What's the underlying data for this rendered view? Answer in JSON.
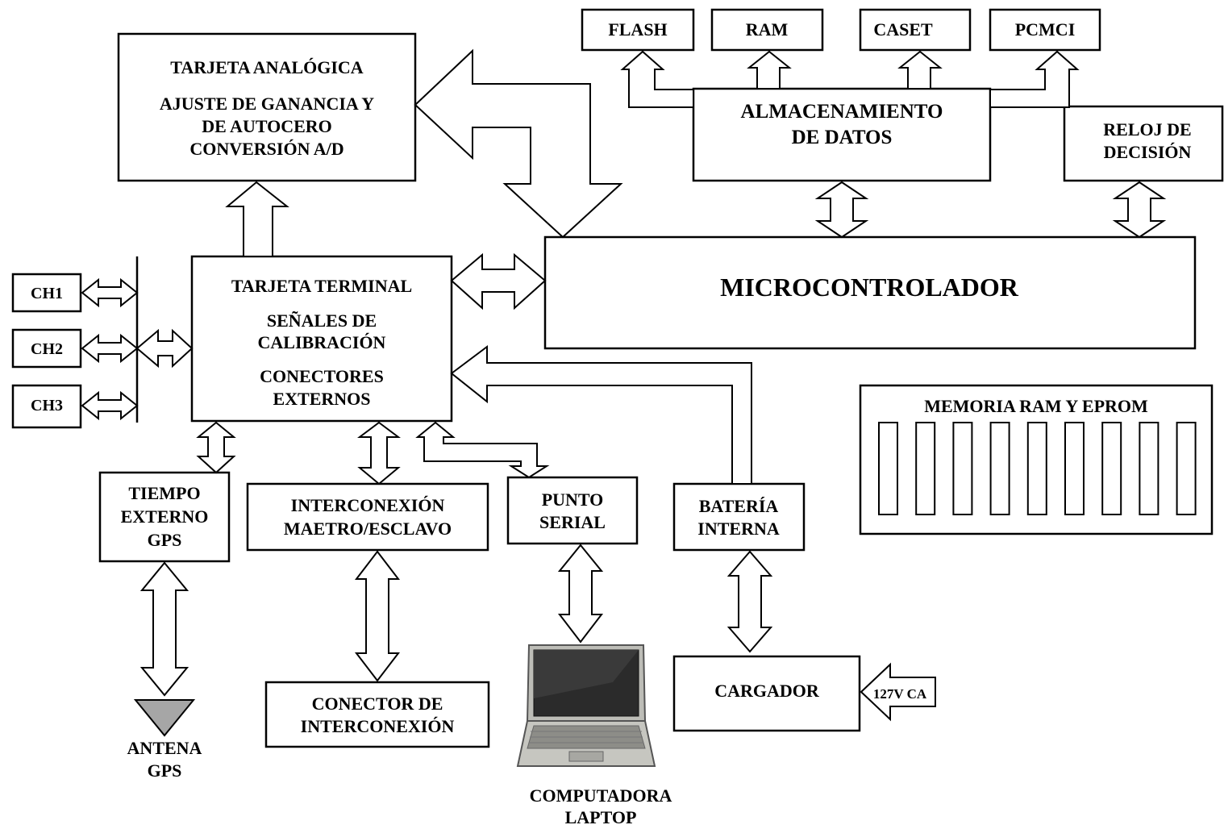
{
  "blocks": {
    "analog_card": {
      "title": "TARJETA ANALÓGICA",
      "line1": "AJUSTE DE GANANCIA  Y",
      "line2": "DE AUTOCERO",
      "line3": "CONVERSIÓN  A/D"
    },
    "flash": "FLASH",
    "ram": "RAM",
    "caset": "CASET",
    "pcmci": "PCMCI",
    "storage": {
      "line1": "ALMACENAMIENTO",
      "line2": "DE DATOS"
    },
    "clock": {
      "line1": "RELOJ DE",
      "line2": "DECISIÓN"
    },
    "microcontroller": "MICROCONTROLADOR",
    "terminal_card": {
      "title": "TARJETA TERMINAL",
      "line1": "SEÑALES DE",
      "line2": "CALIBRACIÓN",
      "line3": "CONECTORES",
      "line4": "EXTERNOS"
    },
    "ch1": "CH1",
    "ch2": "CH2",
    "ch3": "CH3",
    "memory": {
      "title": "MEMORIA RAM Y EPROM",
      "chip_count": 9
    },
    "gps_time": {
      "line1": "TIEMPO",
      "line2": "EXTERNO",
      "line3": "GPS"
    },
    "interconnect": {
      "line1": "INTERCONEXIÓN",
      "line2": "MAETRO/ESCLAVO"
    },
    "serial": {
      "line1": "PUNTO",
      "line2": "SERIAL"
    },
    "battery": {
      "line1": "BATERÍA",
      "line2": "INTERNA"
    },
    "antenna": {
      "line1": "ANTENA",
      "line2": "GPS"
    },
    "connector": {
      "line1": "CONECTOR DE",
      "line2": "INTERCONEXIÓN"
    },
    "laptop": {
      "line1": "COMPUTADORA",
      "line2": "LAPTOP"
    },
    "charger": "CARGADOR",
    "power_input": "127V CA"
  },
  "colors": {
    "stroke": "#000000",
    "fill": "#ffffff",
    "antenna_fill": "#a6a6a6",
    "laptop_body": "#b9b9b3",
    "laptop_screen": "#2b2b2b"
  }
}
